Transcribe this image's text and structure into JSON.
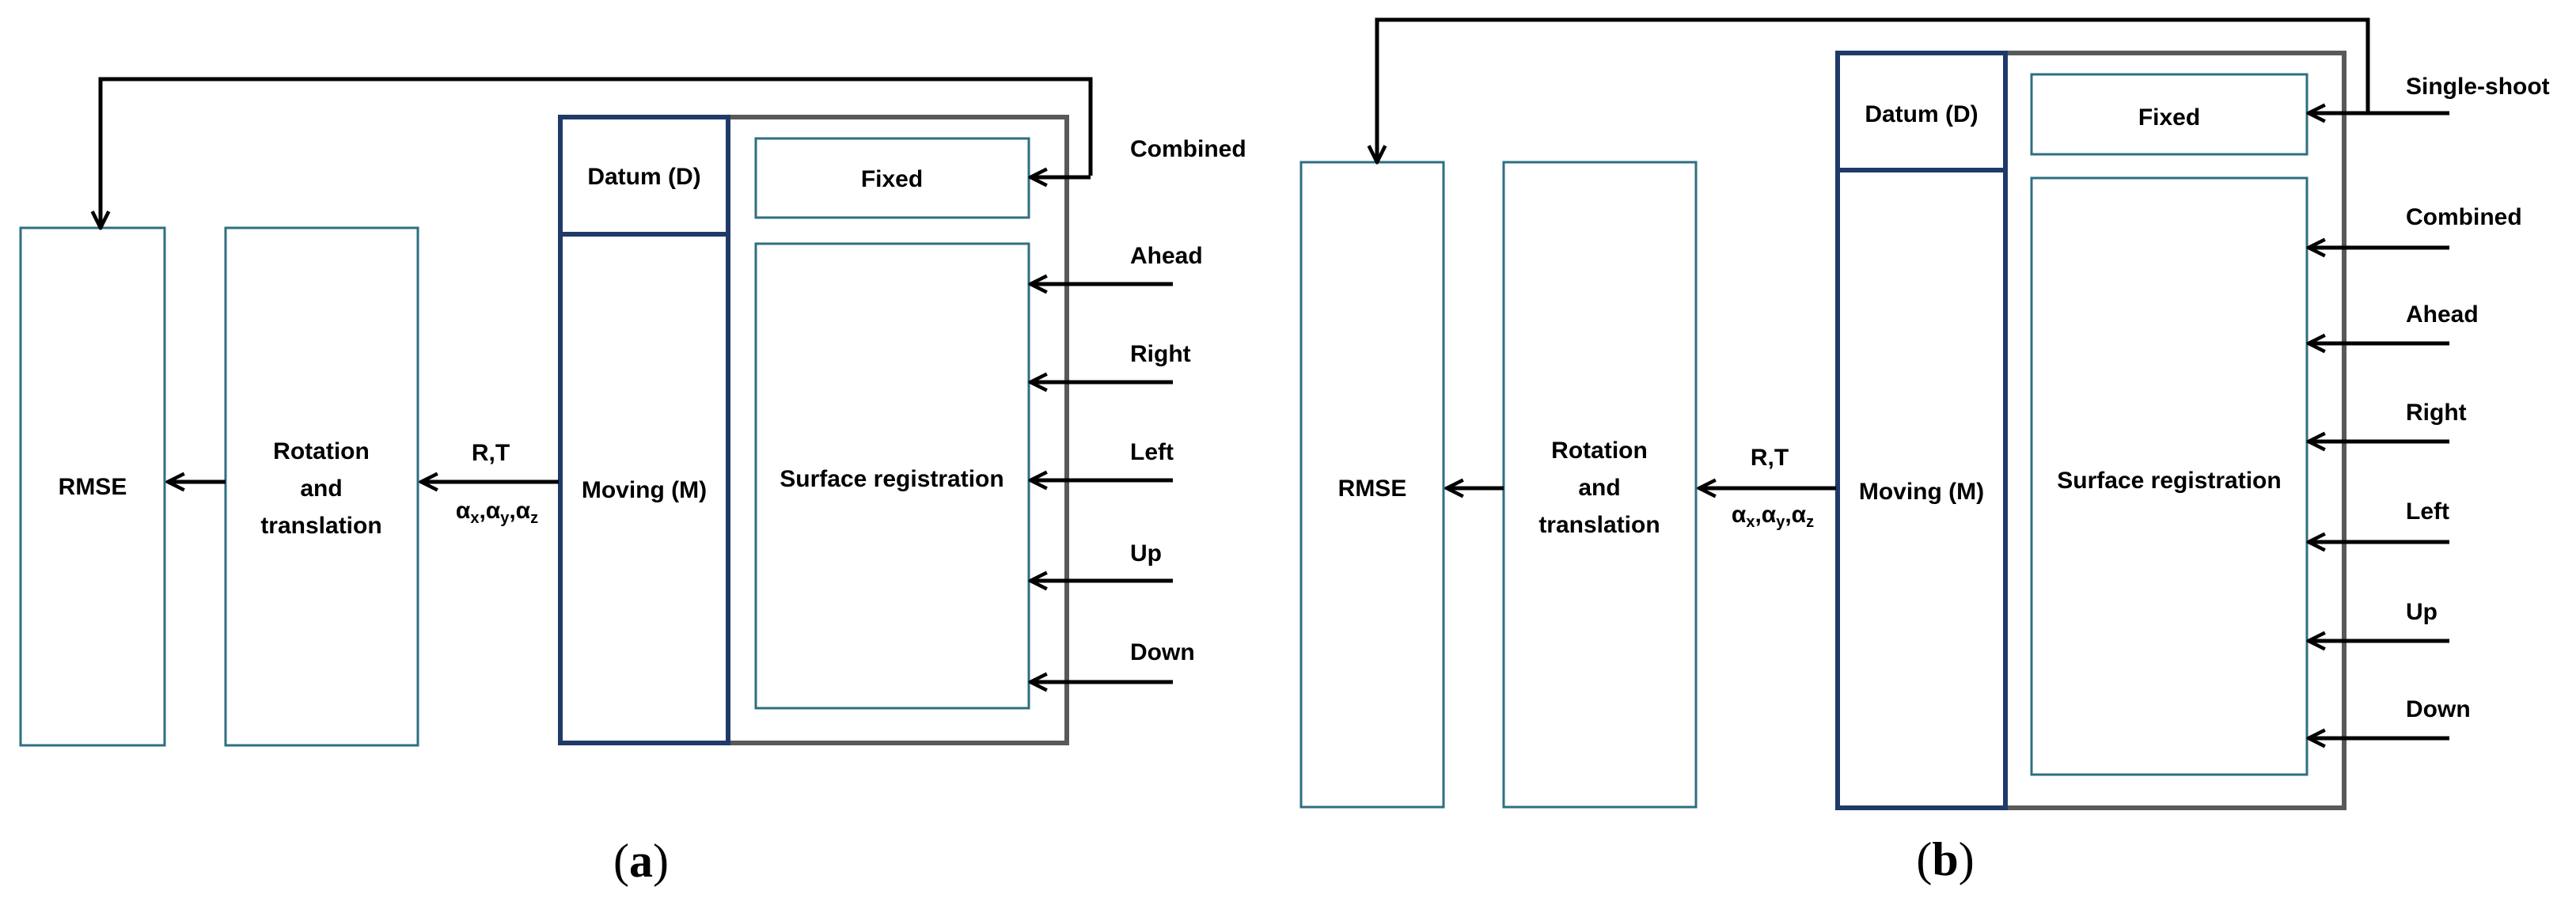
{
  "panel_a": {
    "rmse": "RMSE",
    "rotation": [
      "Rotation",
      "and",
      "translation"
    ],
    "rt_label": "R,T",
    "alpha_label": "αx,αy,αz",
    "datum": "Datum (D)",
    "moving": "Moving (M)",
    "fixed": "Fixed",
    "surface": "Surface registration",
    "inputs": [
      "Combined",
      "Ahead",
      "Right",
      "Left",
      "Up",
      "Down"
    ],
    "caption": {
      "open": "(",
      "letter": "a",
      "close": ")"
    }
  },
  "panel_b": {
    "rmse": "RMSE",
    "rotation": [
      "Rotation",
      "and",
      "translation"
    ],
    "rt_label": "R,T",
    "alpha_label": "αx,αy,αz",
    "datum": "Datum (D)",
    "moving": "Moving (M)",
    "fixed": "Fixed",
    "surface": "Surface registration",
    "inputs": [
      "Single-shoot",
      "Combined",
      "Ahead",
      "Right",
      "Left",
      "Up",
      "Down"
    ],
    "caption": {
      "open": "(",
      "letter": "b",
      "close": ")"
    }
  }
}
